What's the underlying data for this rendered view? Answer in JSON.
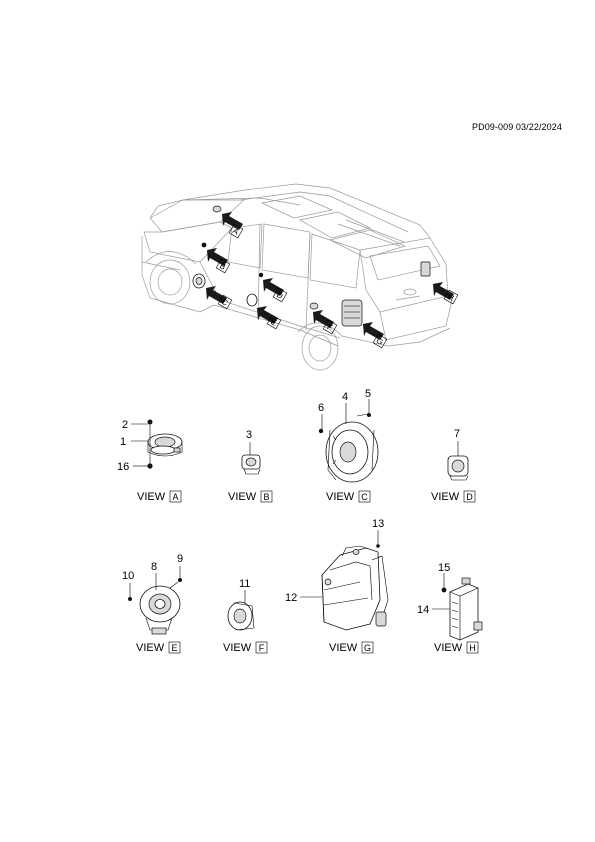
{
  "doc_id": "PD09-009 03/22/2024",
  "view_word": "VIEW",
  "car_labels": {
    "a": "A",
    "b": "B",
    "c": "C",
    "d": "D",
    "e": "E",
    "f": "F",
    "g": "G",
    "h": "H"
  },
  "views": {
    "a": {
      "letter": "A",
      "callouts": [
        "2",
        "1",
        "16"
      ]
    },
    "b": {
      "letter": "B",
      "callouts": [
        "3"
      ]
    },
    "c": {
      "letter": "C",
      "callouts": [
        "6",
        "4",
        "5"
      ]
    },
    "d": {
      "letter": "D",
      "callouts": [
        "7"
      ]
    },
    "e": {
      "letter": "E",
      "callouts": [
        "10",
        "8",
        "9"
      ]
    },
    "f": {
      "letter": "F",
      "callouts": [
        "11"
      ]
    },
    "g": {
      "letter": "G",
      "callouts": [
        "12",
        "13"
      ]
    },
    "h": {
      "letter": "H",
      "callouts": [
        "15",
        "14"
      ]
    }
  }
}
